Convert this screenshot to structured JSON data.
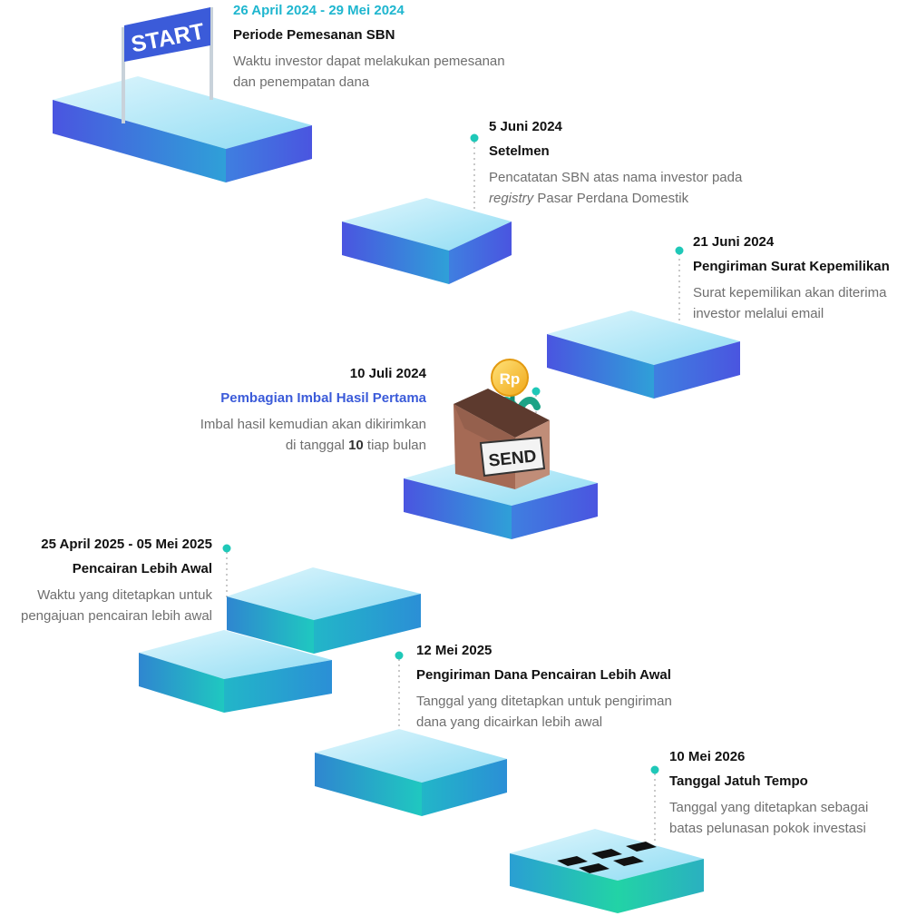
{
  "milestones": [
    {
      "date": "26 April 2024 - 29 Mei 2024",
      "title": "Periode Pemesanan SBN",
      "desc1": "Waktu investor dapat melakukan pemesanan",
      "desc2": "dan penempatan dana"
    },
    {
      "date": "5 Juni 2024",
      "title": "Setelmen",
      "desc1": "Pencatatan SBN atas nama investor pada",
      "desc2_em": "registry",
      "desc2_rest": " Pasar Perdana Domestik"
    },
    {
      "date": "21 Juni 2024",
      "title": "Pengiriman Surat Kepemilikan",
      "desc1": "Surat kepemilikan akan diterima",
      "desc2": "investor melalui email"
    },
    {
      "date": "10 Juli 2024",
      "title": "Pembagian Imbal Hasil Pertama",
      "desc1": "Imbal hasil kemudian akan dikirimkan",
      "desc2_pre": "di tanggal ",
      "desc2_bold": "10",
      "desc2_post": " tiap bulan"
    },
    {
      "date": "25 April 2025 - 05 Mei 2025",
      "title": "Pencairan Lebih Awal",
      "desc1": "Waktu yang ditetapkan untuk",
      "desc2": "pengajuan pencairan lebih awal"
    },
    {
      "date": "12 Mei 2025",
      "title": "Pengiriman Dana Pencairan Lebih Awal",
      "desc1": "Tanggal yang ditetapkan untuk pengiriman",
      "desc2": "dana yang dicairkan lebih awal"
    },
    {
      "date": "10 Mei 2026",
      "title": "Tanggal Jatuh Tempo",
      "desc1": "Tanggal yang ditetapkan sebagai",
      "desc2": "batas pelunasan pokok investasi"
    }
  ],
  "flag_text": "START",
  "box_text": "SEND",
  "coin_text": "Rp",
  "colors": {
    "accent_date": "#1fb6cf",
    "highlight_title": "#3b5bd9",
    "dot": "#1fc8b8"
  }
}
